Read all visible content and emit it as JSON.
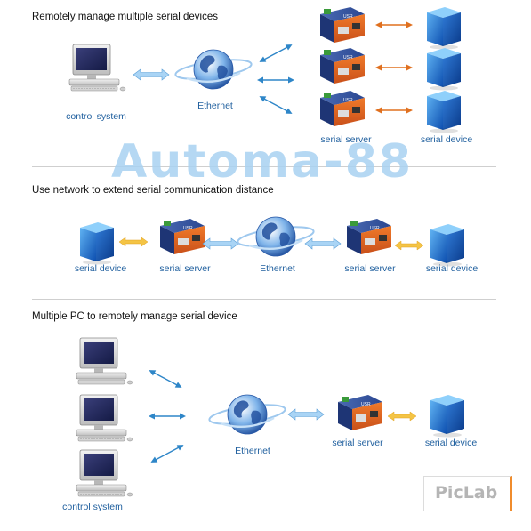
{
  "sections": {
    "remote": {
      "title": "Remotely manage multiple serial devices"
    },
    "extend": {
      "title": "Use network to extend serial communication distance"
    },
    "multi": {
      "title": "Multiple PC to remotely manage serial device"
    }
  },
  "labels": {
    "control_system": "control system",
    "ethernet": "Ethernet",
    "serial_server": "serial server",
    "serial_device": "serial device"
  },
  "watermark": "Automa-88",
  "logo": "PicLab",
  "colors": {
    "label_blue": "#1f5f9e",
    "link_blue": "#2e86c8",
    "serial_orange": "#e0701f",
    "serial_yellow": "#f0b020",
    "device_blue": "#1a66c2"
  },
  "icons": {
    "computer": "computer-icon",
    "globe": "globe-icon",
    "server": "serial-server-icon",
    "device": "serial-device-cube-icon"
  }
}
